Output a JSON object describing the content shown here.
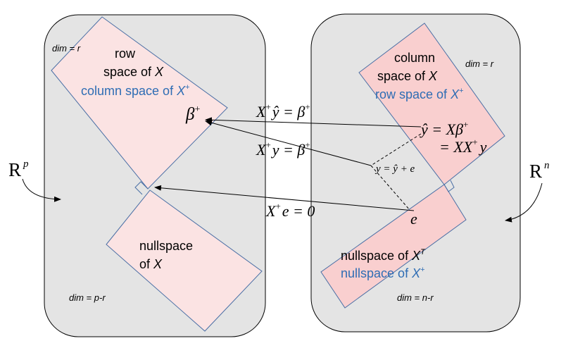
{
  "left_space": {
    "label": "R",
    "label_sup": "p",
    "dim_row": "dim = r",
    "row_space_line1": "row",
    "row_space_line2": "space of ",
    "row_space_var": "X",
    "column_space_plus_text": "column space of ",
    "column_space_plus_var": "X",
    "column_space_plus_sup": "+",
    "nullspace_line1": "nullspace",
    "nullspace_line2": "of ",
    "nullspace_var": "X",
    "dim_null": "dim = p-r",
    "beta_plus": "β",
    "beta_plus_sup": "+"
  },
  "right_space": {
    "label": "R",
    "label_sup": "n",
    "dim_col": "dim = r",
    "column_line1": "column",
    "column_line2": "space  of ",
    "column_var": "X",
    "row_space_plus_text": "row space of ",
    "row_space_plus_var": "X",
    "row_space_plus_sup": "+",
    "nullspace_T_text": "nullspace of ",
    "nullspace_T_var": "X",
    "nullspace_T_sup": "T",
    "nullspace_plus_text": "nullspace of ",
    "nullspace_plus_var": "X",
    "nullspace_plus_sup": "+",
    "dim_null": "dim = n-r",
    "yhat_eq1": "ŷ = Xβ",
    "yhat_eq1_sup": "+",
    "yhat_eq2_a": "= XX",
    "yhat_eq2_sup": "+",
    "yhat_eq2_b": "y",
    "y_decomp": "y = ŷ + e",
    "e_label": "e"
  },
  "mappings": {
    "map_yhat_a": "X",
    "map_yhat_sup": "+",
    "map_yhat_b": "ŷ = β",
    "map_yhat_sup2": "+",
    "map_y_a": "X",
    "map_y_sup": "+",
    "map_y_b": "y = β",
    "map_y_sup2": "+",
    "map_e_a": "X",
    "map_e_sup": "+",
    "map_e_b": "e = 0"
  },
  "colors": {
    "panel_fill": "#e4e4e4",
    "panel_stroke": "#000000",
    "subspace_fill": "#fbe3e3",
    "subspace_fill_right": "#f9cfcf",
    "subspace_stroke": "#4a6fa5",
    "blue_text": "#2e6db4"
  }
}
